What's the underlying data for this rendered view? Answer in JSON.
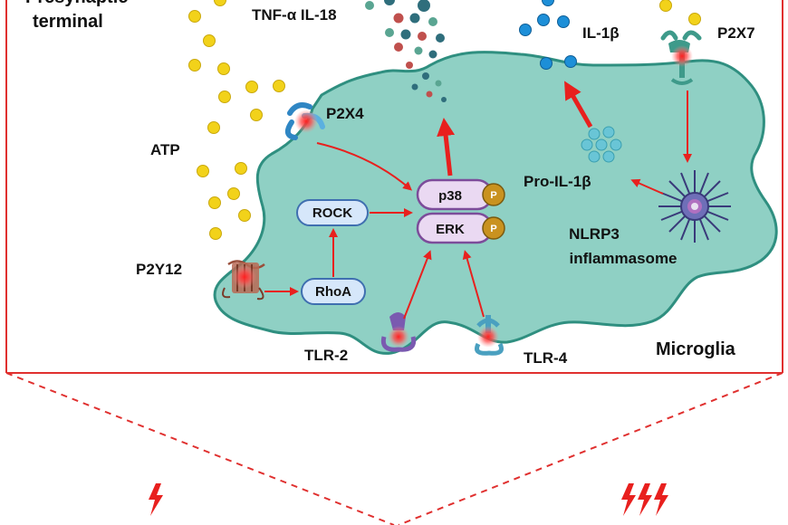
{
  "labels": {
    "presynaptic_partial": "Presynaptic",
    "presynaptic_terminal": "terminal",
    "tnf_il18": "TNF-α IL-18",
    "il1b": "IL-1β",
    "p2x7": "P2X7",
    "p2x4": "P2X4",
    "atp": "ATP",
    "p2y12": "P2Y12",
    "rock": "ROCK",
    "rhoa": "RhoA",
    "p38": "p38",
    "erk": "ERK",
    "phospho": "P",
    "pro_il1b": "Pro-IL-1β",
    "nlrp3": "NLRP3",
    "inflammasome": "inflammasome",
    "tlr2": "TLR-2",
    "tlr4": "TLR-4",
    "microglia": "Microglia"
  },
  "colors": {
    "frame": "#e0302f",
    "cell_fill": "#8fd0c4",
    "cell_stroke": "#2f8f80",
    "atp_dot": "#f2d21a",
    "arrow": "#e8201e",
    "kinase_fill": "#ead9f2",
    "kinase_stroke": "#7c4c9a",
    "p_circle": "#c9921f",
    "rock_fill": "#d6e7fa",
    "rock_stroke": "#3f6fb0",
    "il1b_dot": "#1d8fd8",
    "pro_il1b_dot": "#69c5d6"
  },
  "icons": [
    "lightning-bolt-icon",
    "lightning-bolt-icon"
  ]
}
